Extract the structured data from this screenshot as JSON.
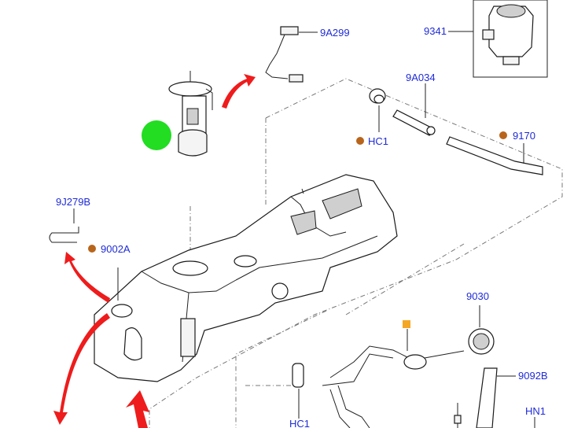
{
  "callouts": {
    "c9341": "9341",
    "c9A299": "9A299",
    "c9A034": "9A034",
    "cHC1_top": "HC1",
    "c9170": "9170",
    "c9J279B": "9J279B",
    "c9002A": "9002A",
    "c9030": "9030",
    "c9092B": "9092B",
    "cHN1": "HN1",
    "cHC1_bottom": "HC1"
  },
  "colors": {
    "callout_text": "#1f2bd6",
    "marker_dot": "#b8651c",
    "marker_square": "#f5a623",
    "highlight_circle": "#22dd22",
    "arrow": "#ee1c1c"
  }
}
